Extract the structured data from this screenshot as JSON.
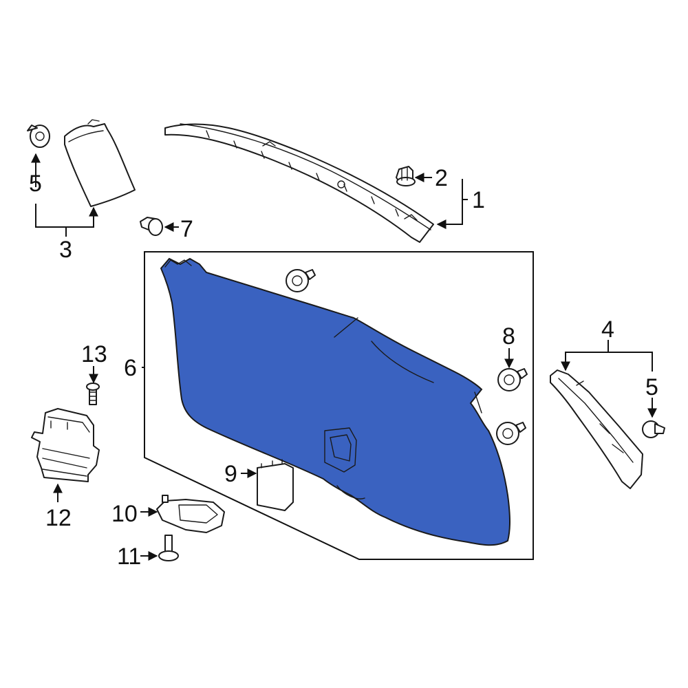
{
  "diagram": {
    "highlight_color": "#3a62c0",
    "line_color": "#1a1a1a",
    "callouts": [
      {
        "id": "c1",
        "label": "1"
      },
      {
        "id": "c2",
        "label": "2"
      },
      {
        "id": "c3",
        "label": "3"
      },
      {
        "id": "c4",
        "label": "4"
      },
      {
        "id": "c5a",
        "label": "5"
      },
      {
        "id": "c5b",
        "label": "5"
      },
      {
        "id": "c6",
        "label": "6"
      },
      {
        "id": "c7",
        "label": "7"
      },
      {
        "id": "c8",
        "label": "8"
      },
      {
        "id": "c9",
        "label": "9"
      },
      {
        "id": "c10",
        "label": "10"
      },
      {
        "id": "c11",
        "label": "11"
      },
      {
        "id": "c12",
        "label": "12"
      },
      {
        "id": "c13",
        "label": "13"
      }
    ]
  }
}
